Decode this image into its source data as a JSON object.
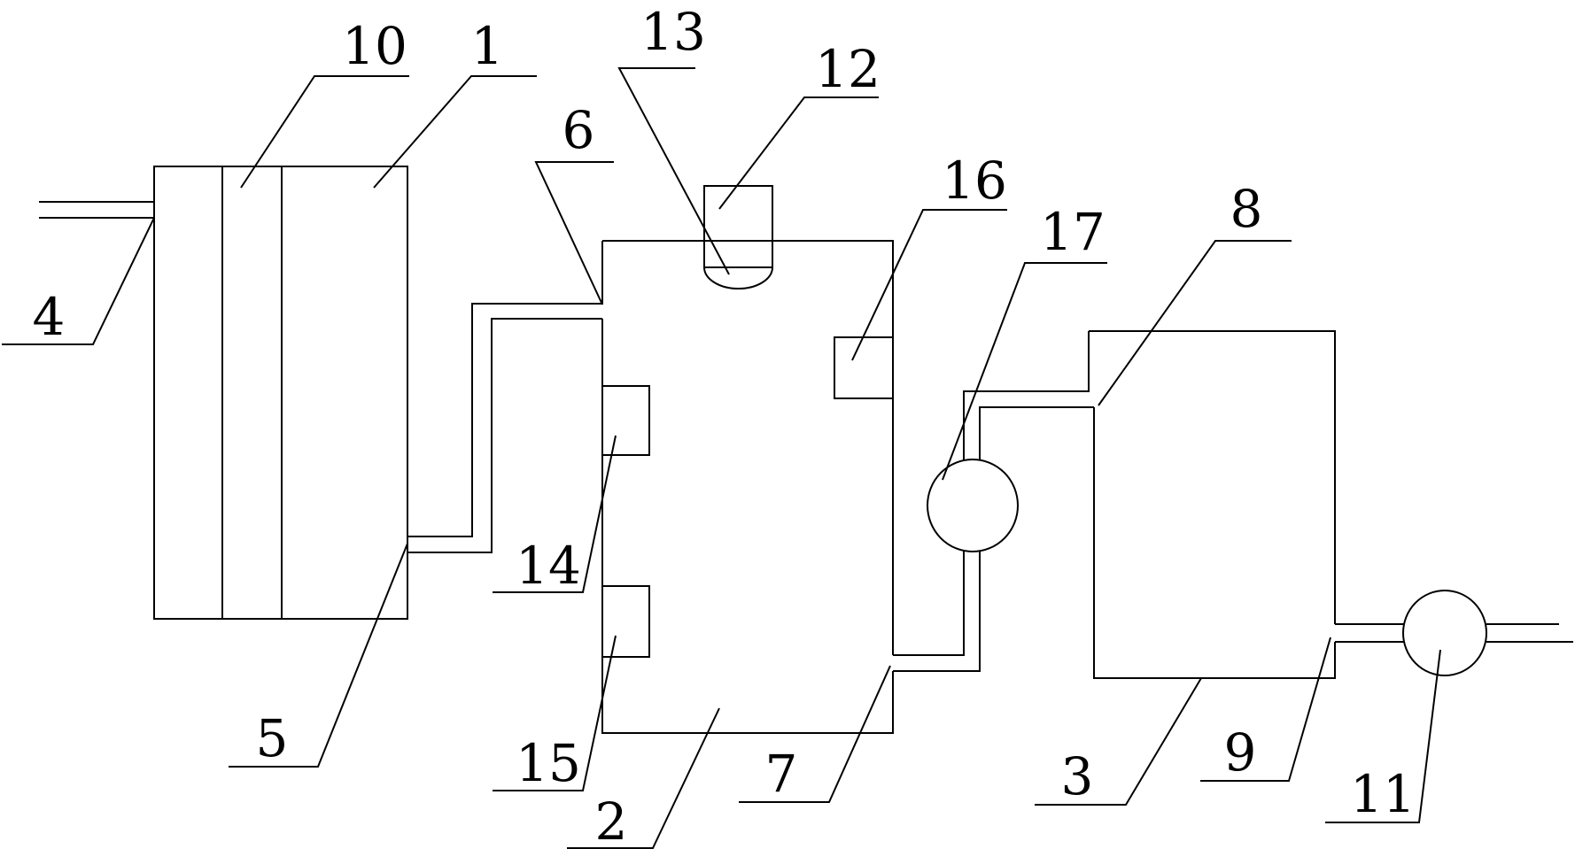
{
  "labels": {
    "n1": "1",
    "n2": "2",
    "n3": "3",
    "n4": "4",
    "n5": "5",
    "n6": "6",
    "n7": "7",
    "n8": "8",
    "n9": "9",
    "n10": "10",
    "n11": "11",
    "n12": "12",
    "n13": "13",
    "n14": "14",
    "n15": "15",
    "n16": "16",
    "n17": "17"
  },
  "colors": {
    "line": "#000000",
    "background": "#ffffff"
  }
}
